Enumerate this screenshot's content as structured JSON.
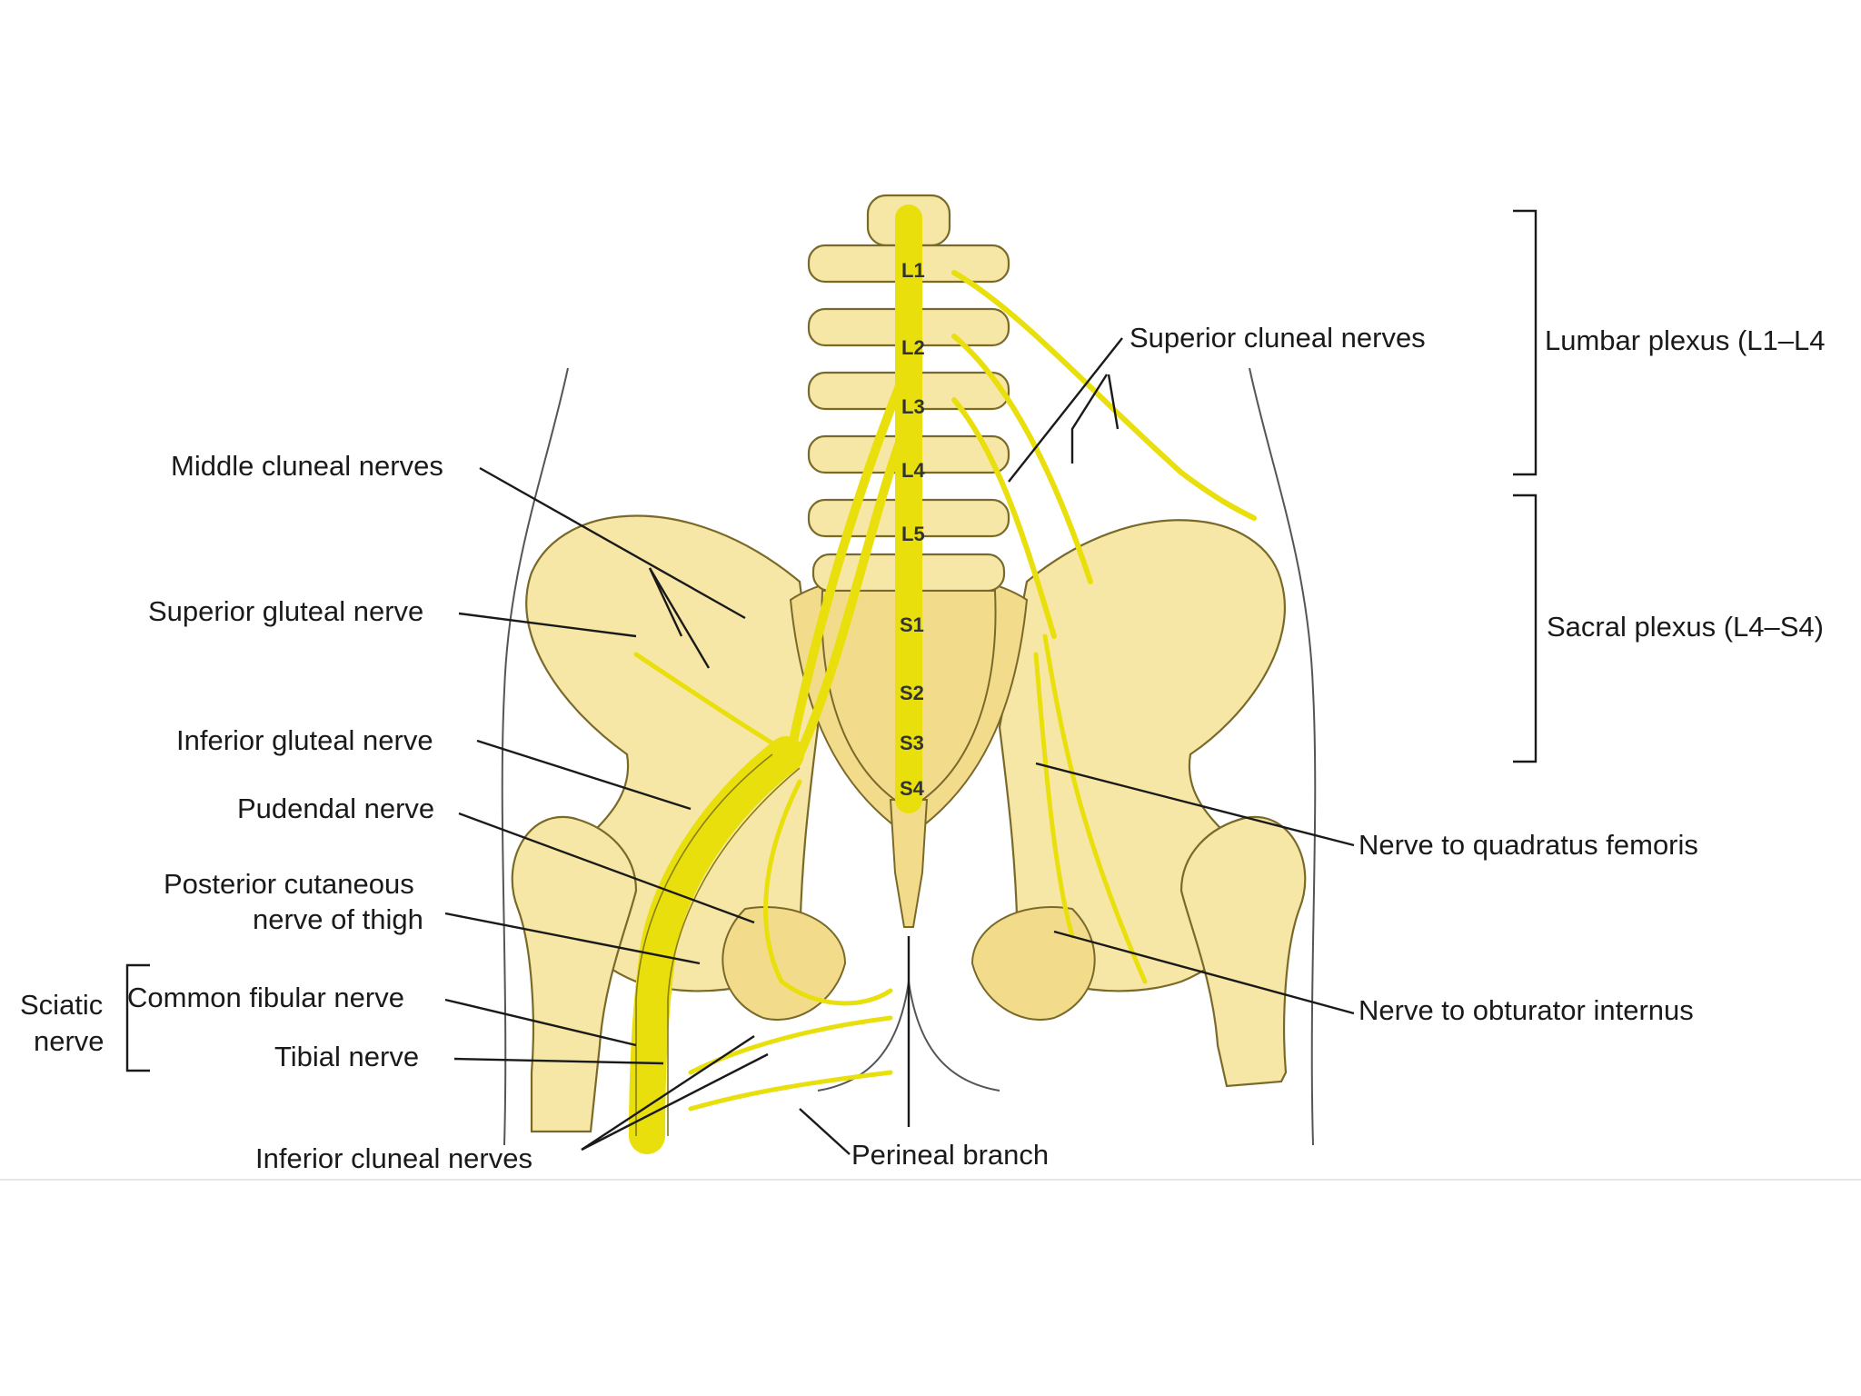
{
  "labels": {
    "superior_cluneal": "Superior cluneal nerves",
    "lumbar_plexus": "Lumbar plexus (L1–L4",
    "middle_cluneal": "Middle cluneal nerves",
    "superior_gluteal": "Superior gluteal nerve",
    "sacral_plexus": "Sacral plexus (L4–S4)",
    "inferior_gluteal": "Inferior gluteal nerve",
    "pudendal": "Pudendal nerve",
    "quadratus_femoris": "Nerve to quadratus femoris",
    "posterior_cutaneous_1": "Posterior cutaneous",
    "posterior_cutaneous_2": "nerve of thigh",
    "sciatic_1": "Sciatic",
    "sciatic_2": "nerve",
    "common_fibular": "Common fibular nerve",
    "tibial": "Tibial nerve",
    "obturator_internus": "Nerve to obturator internus",
    "inferior_cluneal": "Inferior cluneal nerves",
    "perineal_branch": "Perineal branch"
  },
  "vertebrae": [
    "L1",
    "L2",
    "L3",
    "L4",
    "L5",
    "S1",
    "S2",
    "S3",
    "S4"
  ],
  "colors": {
    "nerve": "#e9df0c",
    "bone": "#f6e7a6",
    "outline": "#7a6a2a"
  }
}
